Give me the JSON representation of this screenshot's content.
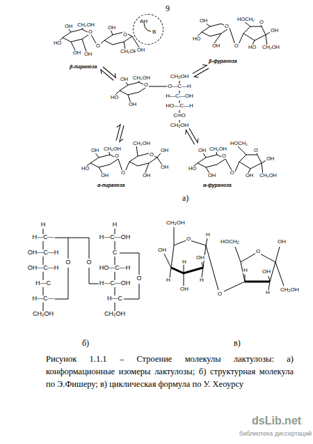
{
  "diagram": {
    "caption": "Рисунок 1.1.1 – Строение молекулы лактулозы: а) конформационные изомеры лактулозы; б) структурная молекула по Э.Фишеру; в) циклическая формула по У. Хеоурсу",
    "nodes": [
      {
        "text": [
          "AH",
          "B"
        ]
      }
    ],
    "labels": [
      "9",
      "OH",
      "CH₂OH",
      "HO",
      "O",
      "OH",
      "O",
      "OH",
      "OH",
      "O",
      "CH₂OH",
      "OH",
      "β-пираноза",
      "OH",
      "HOCH₂",
      "O",
      "HO",
      "O",
      "OH",
      "O",
      "OH",
      "HO",
      "CH₂OH",
      "β-фураноза",
      "OH",
      "CH₂OH",
      "HO",
      "O",
      "OH",
      "CH₂OH",
      "O—C—H",
      "H—C—OH",
      "HO—C—H",
      "C═O",
      "CH₂OH",
      "OH",
      "CH₂OH",
      "HO",
      "O",
      "OH",
      "O",
      "O",
      "CH₂OH",
      "OH",
      "OH",
      "OH",
      "α-пираноза",
      "OH",
      "CH₂OH",
      "HO",
      "O",
      "OH",
      "HOCH₂",
      "O",
      "OH",
      "O",
      "OH",
      "CH₂OH",
      "α-фураноза",
      "а)",
      "H",
      "H—C—",
      "OH—C—H",
      "OH—C—H",
      "H—C",
      "H—C—",
      "CH₂OH",
      "O",
      "O",
      "H",
      "H—C—OH",
      "C",
      "HO—C—H",
      "H—C—OH",
      "H—C",
      "CH₂OH",
      "O",
      "б)",
      "CH₂OH",
      "O",
      "OH",
      "H",
      "H",
      "OH",
      "OH",
      "H",
      "H",
      "O",
      "HOCH₂",
      "O",
      "H",
      "OH",
      "H",
      "OH",
      "CH₂OH",
      "в)",
      "dsLib.net",
      "библиотека диссертаций"
    ]
  }
}
